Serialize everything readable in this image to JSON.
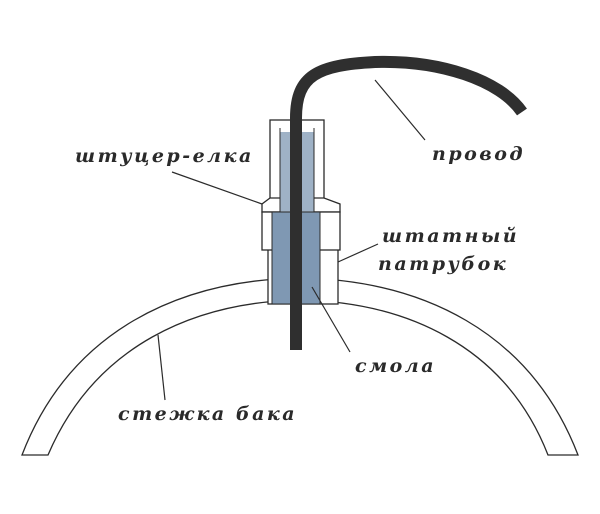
{
  "labels": {
    "wire": "провод",
    "fitting": "штуцер-елка",
    "pipe_line1": "штатный",
    "pipe_line2": "патрубок",
    "resin": "смола",
    "tank_wall": "стежка бака"
  },
  "colors": {
    "outline": "#2b2b2b",
    "wire": "#2f2f2f",
    "resin": "#7f98b3",
    "resin_light": "#9fb2c6",
    "text": "#2a2a2a",
    "background": "#ffffff"
  }
}
